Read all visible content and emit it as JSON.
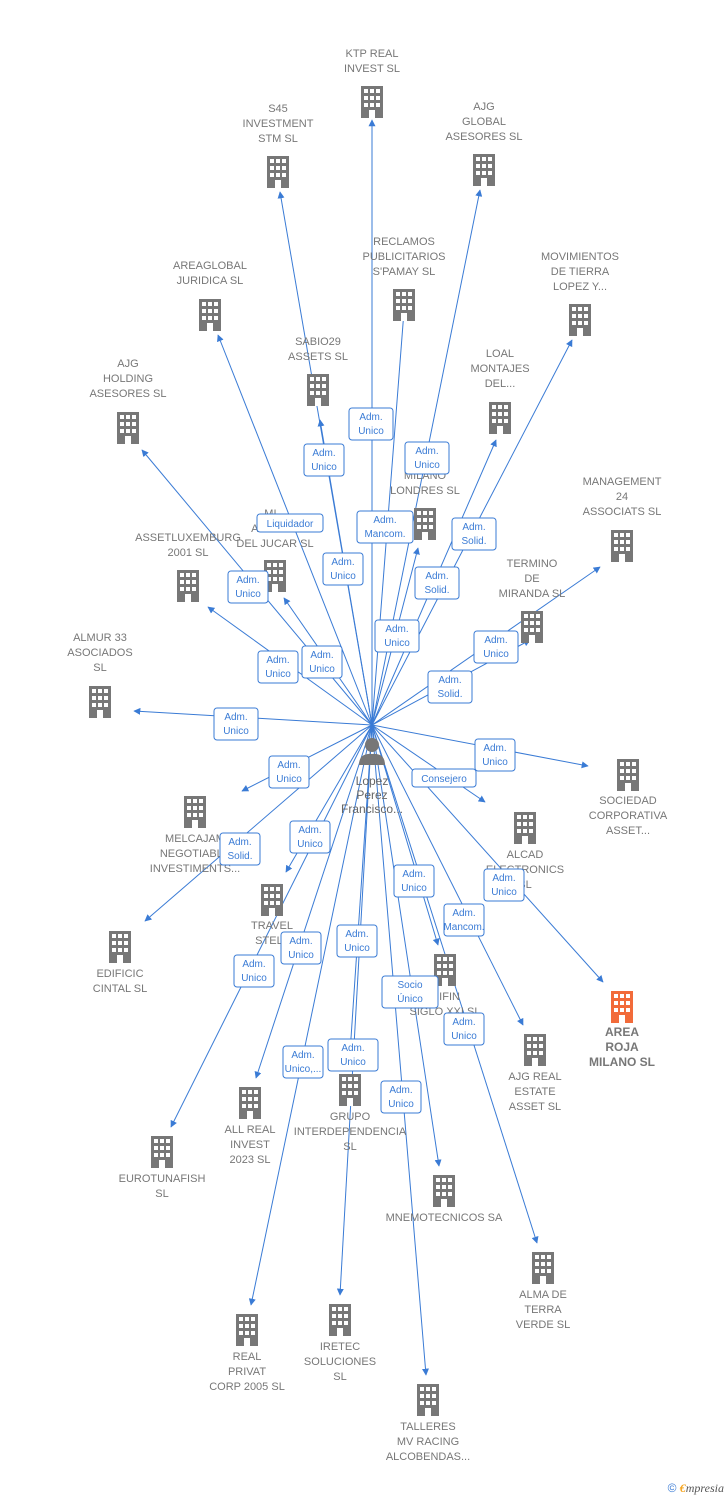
{
  "center": {
    "lines": [
      "Lopez",
      "Perez",
      "Francisco..."
    ],
    "icon": "person-icon"
  },
  "colors": {
    "edge": "#3a7bd5",
    "building": "#777777",
    "highlight": "#f26b3a"
  },
  "nodes": [
    {
      "id": "ktp",
      "lines": [
        "KTP REAL",
        "INVEST  SL"
      ]
    },
    {
      "id": "s45",
      "lines": [
        "S45",
        "INVESTMENT",
        "STM  SL"
      ]
    },
    {
      "id": "ajgglobal",
      "lines": [
        "AJG",
        "GLOBAL",
        "ASESORES  SL"
      ]
    },
    {
      "id": "reclamos",
      "lines": [
        "RECLAMOS",
        "PUBLICITARIOS",
        "S'PAMAY SL"
      ]
    },
    {
      "id": "areaglobal",
      "lines": [
        "AREAGLOBAL",
        "JURIDICA  SL"
      ]
    },
    {
      "id": "movimientos",
      "lines": [
        "MOVIMIENTOS",
        "DE TIERRA",
        "LOPEZ Y..."
      ]
    },
    {
      "id": "sabio29",
      "lines": [
        "SABIO29",
        "ASSETS  SL"
      ]
    },
    {
      "id": "loal",
      "lines": [
        "LOAL",
        "MONTAJES",
        "DEL..."
      ]
    },
    {
      "id": "ajgholding",
      "lines": [
        "AJG",
        "HOLDING",
        "ASESORES  SL"
      ]
    },
    {
      "id": "milano",
      "lines": [
        "MILANO",
        "LONDRES  SL"
      ]
    },
    {
      "id": "management",
      "lines": [
        "MANAGEMENT",
        "24",
        "ASSOCIATS  SL"
      ]
    },
    {
      "id": "assetlux",
      "lines": [
        "ASSETLUXEMBURG",
        "2001  SL"
      ]
    },
    {
      "id": "aromas",
      "lines": [
        "MI...",
        "AROMAS",
        "DEL JUCAR  SL"
      ]
    },
    {
      "id": "termino",
      "lines": [
        "TERMINO",
        "DE",
        "MIRANDA SL"
      ]
    },
    {
      "id": "almur",
      "lines": [
        "ALMUR 33",
        "ASOCIADOS",
        "SL"
      ]
    },
    {
      "id": "sociedad",
      "lines": [
        "SOCIEDAD",
        "CORPORATIVA",
        "ASSET..."
      ]
    },
    {
      "id": "melcajam",
      "lines": [
        "MELCAJAM",
        "NEGOTIABLE",
        "INVESTIMENTS..."
      ]
    },
    {
      "id": "alcad",
      "lines": [
        "ALCAD",
        "ELECTRONICS",
        "SL"
      ]
    },
    {
      "id": "edificic",
      "lines": [
        "EDIFICIC",
        "CINTAL  SL"
      ]
    },
    {
      "id": "travel",
      "lines": [
        "TRAVEL",
        "STELL"
      ]
    },
    {
      "id": "mifin",
      "lines": [
        "MIFIN",
        "SIGLO XXI SL"
      ]
    },
    {
      "id": "arearoja",
      "lines": [
        "AREA",
        "ROJA",
        "MILANO  SL"
      ]
    },
    {
      "id": "ajgreal",
      "lines": [
        "AJG REAL",
        "ESTATE",
        "ASSET  SL"
      ]
    },
    {
      "id": "allreal",
      "lines": [
        "ALL REAL",
        "INVEST",
        "2023  SL"
      ]
    },
    {
      "id": "grupo",
      "lines": [
        "GRUPO",
        "INTERDEPENDENCIA",
        "SL"
      ]
    },
    {
      "id": "eurotuna",
      "lines": [
        "EUROTUNAFISH",
        "SL"
      ]
    },
    {
      "id": "mnemo",
      "lines": [
        "MNEMOTECNICOS SA"
      ]
    },
    {
      "id": "alma",
      "lines": [
        "ALMA DE",
        "TERRA",
        "VERDE  SL"
      ]
    },
    {
      "id": "realprivat",
      "lines": [
        "REAL",
        "PRIVAT",
        "CORP 2005  SL"
      ]
    },
    {
      "id": "iretec",
      "lines": [
        "IRETEC",
        "SOLUCIONES",
        "SL"
      ]
    },
    {
      "id": "talleres",
      "lines": [
        "TALLERES",
        "MV RACING",
        "ALCOBENDAS..."
      ]
    }
  ],
  "relations": [
    {
      "lines": [
        "Adm.",
        "Unico"
      ]
    },
    {
      "lines": [
        "Adm.",
        "Unico"
      ]
    },
    {
      "lines": [
        "Adm.",
        "Unico"
      ]
    },
    {
      "lines": [
        "Liquidador"
      ]
    },
    {
      "lines": [
        "Adm.",
        "Mancom."
      ]
    },
    {
      "lines": [
        "Adm.",
        "Solid."
      ]
    },
    {
      "lines": [
        "Adm.",
        "Unico"
      ]
    },
    {
      "lines": [
        "Adm.",
        "Unico"
      ]
    },
    {
      "lines": [
        "Adm.",
        "Solid."
      ]
    },
    {
      "lines": [
        "Adm.",
        "Unico"
      ]
    },
    {
      "lines": [
        "Adm.",
        "Unico"
      ]
    },
    {
      "lines": [
        "Adm.",
        "Unico"
      ]
    },
    {
      "lines": [
        "Adm.",
        "Unico"
      ]
    },
    {
      "lines": [
        "Adm.",
        "Solid."
      ]
    },
    {
      "lines": [
        "Adm.",
        "Unico"
      ]
    },
    {
      "lines": [
        "Adm.",
        "Unico"
      ]
    },
    {
      "lines": [
        "Consejero"
      ]
    },
    {
      "lines": [
        "Adm.",
        "Unico"
      ]
    },
    {
      "lines": [
        "Adm.",
        "Solid."
      ]
    },
    {
      "lines": [
        "Adm.",
        "Unico"
      ]
    },
    {
      "lines": [
        "Adm.",
        "Unico"
      ]
    },
    {
      "lines": [
        "Adm.",
        "Unico"
      ]
    },
    {
      "lines": [
        "Adm.",
        "Unico"
      ]
    },
    {
      "lines": [
        "Adm.",
        "Unico"
      ]
    },
    {
      "lines": [
        "Adm.",
        "Unico"
      ]
    },
    {
      "lines": [
        "Adm.",
        "Mancom."
      ]
    },
    {
      "lines": [
        "Socio",
        "Único"
      ]
    },
    {
      "lines": [
        "Adm.",
        "Unico"
      ]
    },
    {
      "lines": [
        "Adm.",
        "Unico,..."
      ]
    },
    {
      "lines": [
        "Adm.",
        "Unico"
      ]
    },
    {
      "lines": [
        "Adm.",
        "Unico"
      ]
    }
  ],
  "footer": {
    "copyright": "©",
    "brand_initial": "€",
    "brand_rest": "mpresia"
  }
}
